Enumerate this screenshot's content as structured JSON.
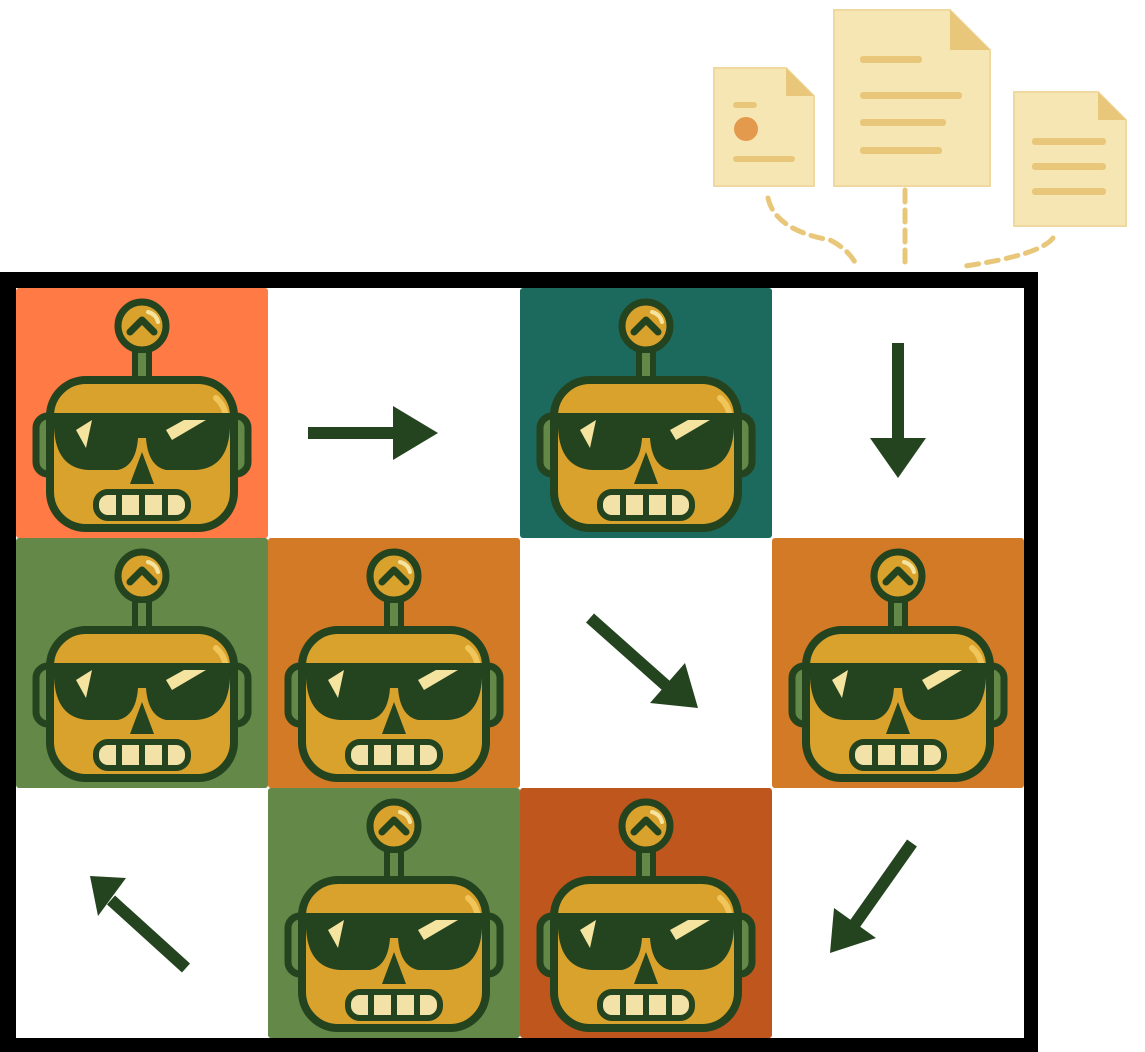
{
  "colors": {
    "outline": "#24431F",
    "robot_face": "#D9A22C",
    "frame": "#000000",
    "document": "#F6E6B4",
    "document_lines": "#E9C77A",
    "document_dot": "#E39A4C"
  },
  "grid": [
    [
      {
        "type": "robot",
        "bg": "#FF7A45"
      },
      {
        "type": "arrow",
        "direction": "right"
      },
      {
        "type": "robot",
        "bg": "#1C6A5E"
      },
      {
        "type": "arrow",
        "direction": "down"
      }
    ],
    [
      {
        "type": "robot",
        "bg": "#648848"
      },
      {
        "type": "robot",
        "bg": "#D27A25"
      },
      {
        "type": "arrow",
        "direction": "down-right"
      },
      {
        "type": "robot",
        "bg": "#D27A25"
      }
    ],
    [
      {
        "type": "arrow",
        "direction": "up-left"
      },
      {
        "type": "robot",
        "bg": "#648848"
      },
      {
        "type": "robot",
        "bg": "#BE561E"
      },
      {
        "type": "arrow",
        "direction": "down-left"
      }
    ]
  ],
  "documents": [
    {
      "icon": "document-with-seal-icon"
    },
    {
      "icon": "document-text-icon"
    },
    {
      "icon": "document-text-icon"
    }
  ]
}
